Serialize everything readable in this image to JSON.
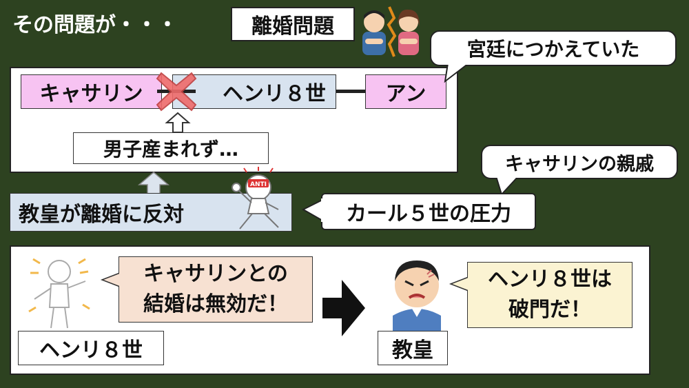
{
  "header": {
    "title": "その問題が・・・",
    "topic": "離婚問題"
  },
  "top_panel": {
    "catherine": "キャサリン",
    "henry": "ヘンリ８世",
    "anne": "アン",
    "no_son": "男子産まれず…",
    "anne_note": "宮廷につかえていた"
  },
  "middle": {
    "pope_opposes": "教皇が離婚に反対",
    "relative_note": "キャサリンの親戚",
    "pressure": "カール５世の圧力",
    "anti_label": "ANTI"
  },
  "bottom_panel": {
    "henry_speech_line1": "キャサリンとの",
    "henry_speech_line2": "結婚は無効だ！",
    "henry_label": "ヘンリ８世",
    "pope_speech_line1": "ヘンリ８世は",
    "pope_speech_line2": "破門だ！",
    "pope_label": "教皇"
  },
  "colors": {
    "board": "#2d4220",
    "catherine_box": "#f7c3f2",
    "henry_box": "#d8e3ef",
    "speech_box": "#f7e1d2",
    "pope_speech_box": "#fbf3d2",
    "cross": "#ef6b6b"
  }
}
